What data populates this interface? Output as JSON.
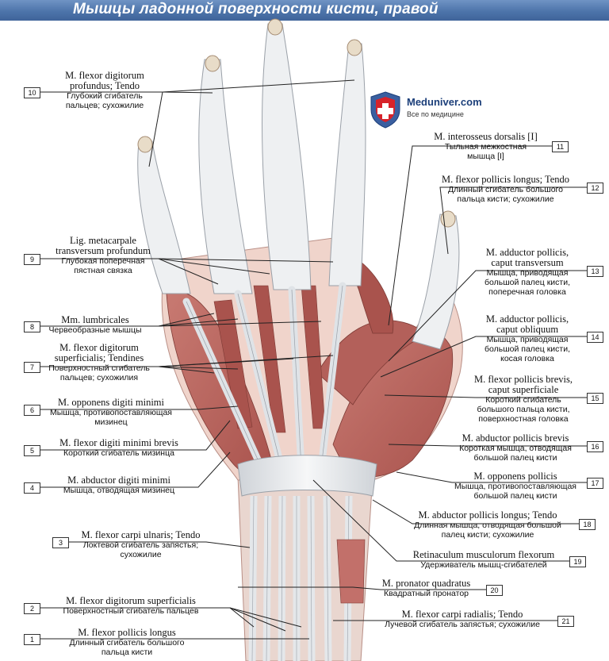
{
  "title": "Мышцы ладонной поверхности кисти, правой",
  "logo": {
    "name": "Meduniver.com",
    "tagline": "Все по медицине"
  },
  "colors": {
    "title_bar": "#4d74aa",
    "muscle": "#b9625c",
    "tendon": "#e6e8ea",
    "skin": "#f2dbd3",
    "brand": "#1c3f7a",
    "cross": "#d7232a"
  },
  "labels": [
    {
      "num": "10",
      "latin": [
        "M. flexor digitorum",
        "profundus; Tendo"
      ],
      "russian": [
        "Глубокий сгибатель",
        "пальцев; сухожилие"
      ]
    },
    {
      "num": "11",
      "latin": [
        "M. interosseus dorsalis [I]"
      ],
      "russian": [
        "Тыльная межкостная",
        "мышца [I]"
      ]
    },
    {
      "num": "12",
      "latin": [
        "M. flexor pollicis longus; Tendo"
      ],
      "russian": [
        "Длинный сгибатель большого",
        "пальца кисти; сухожилие"
      ]
    },
    {
      "num": "9",
      "latin": [
        "Lig. metacarpale",
        "transversum profundum"
      ],
      "russian": [
        "Глубокая поперечная",
        "пястная связка"
      ]
    },
    {
      "num": "13",
      "latin": [
        "M. adductor pollicis,",
        "caput transversum"
      ],
      "russian": [
        "Мышца, приводящая",
        "большой палец кисти,",
        "поперечная головка"
      ]
    },
    {
      "num": "8",
      "latin": [
        "Mm. lumbricales"
      ],
      "russian": [
        "Червеобразные мышцы"
      ]
    },
    {
      "num": "14",
      "latin": [
        "M. adductor pollicis,",
        "caput obliquum"
      ],
      "russian": [
        "Мышца, приводящая",
        "большой палец кисти,",
        "косая головка"
      ]
    },
    {
      "num": "7",
      "latin": [
        "M. flexor digitorum",
        "superficialis; Tendines"
      ],
      "russian": [
        "Поверхностный сгибатель",
        "пальцев; сухожилия"
      ]
    },
    {
      "num": "15",
      "latin": [
        "M. flexor pollicis brevis,",
        "caput superficiale"
      ],
      "russian": [
        "Короткий сгибатель",
        "большого пальца кисти,",
        "поверхностная головка"
      ]
    },
    {
      "num": "6",
      "latin": [
        "M. opponens digiti minimi"
      ],
      "russian": [
        "Мышца, противопоставляющая",
        "мизинец"
      ]
    },
    {
      "num": "16",
      "latin": [
        "M. abductor pollicis brevis"
      ],
      "russian": [
        "Короткая мышца, отводящая",
        "большой палец кисти"
      ]
    },
    {
      "num": "5",
      "latin": [
        "M. flexor digiti minimi brevis"
      ],
      "russian": [
        "Короткий сгибатель мизинца"
      ]
    },
    {
      "num": "17",
      "latin": [
        "M. opponens pollicis"
      ],
      "russian": [
        "Мышца, противопоставляющая",
        "большой палец кисти"
      ]
    },
    {
      "num": "4",
      "latin": [
        "M. abductor digiti minimi"
      ],
      "russian": [
        "Мышца, отводящая мизинец"
      ]
    },
    {
      "num": "18",
      "latin": [
        "M. abductor pollicis longus; Tendo"
      ],
      "russian": [
        "Длинная мышца, отводящая большой",
        "палец кисти; сухожилие"
      ]
    },
    {
      "num": "3",
      "latin": [
        "M. flexor carpi ulnaris; Tendo"
      ],
      "russian": [
        "Локтевой сгибатель запястья;",
        "сухожилие"
      ]
    },
    {
      "num": "19",
      "latin": [
        "Retinaculum musculorum flexorum"
      ],
      "russian": [
        "Удерживатель мышц-сгибателей"
      ]
    },
    {
      "num": "20",
      "latin": [
        "M. pronator quadratus"
      ],
      "russian": [
        "Квадратный пронатор"
      ]
    },
    {
      "num": "2",
      "latin": [
        "M. flexor digitorum superficialis"
      ],
      "russian": [
        "Поверхностный сгибатель пальцев"
      ]
    },
    {
      "num": "21",
      "latin": [
        "M. flexor carpi radialis; Tendo"
      ],
      "russian": [
        "Лучевой сгибатель запястья; сухожилие"
      ]
    },
    {
      "num": "1",
      "latin": [
        "M. flexor pollicis longus"
      ],
      "russian": [
        "Длинный сгибатель большого",
        "пальца кисти"
      ]
    }
  ]
}
